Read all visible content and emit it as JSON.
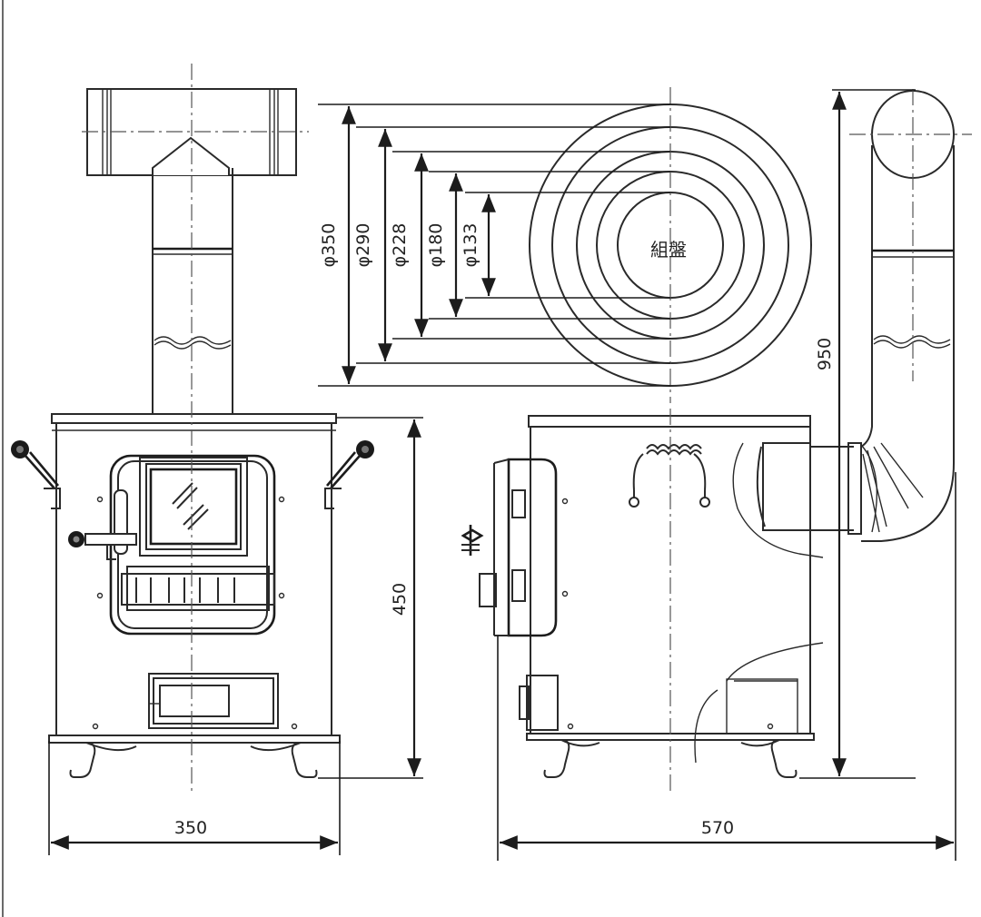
{
  "dimensions": {
    "front_width": "350",
    "side_width": "570",
    "body_height": "450",
    "total_height": "950",
    "d350": "φ350",
    "d290": "φ290",
    "d228": "φ228",
    "d180": "φ180",
    "d133": "φ133"
  },
  "top_view_label": "組盤",
  "colors": {
    "line": "#2a2a2a",
    "background": "#ffffff"
  }
}
